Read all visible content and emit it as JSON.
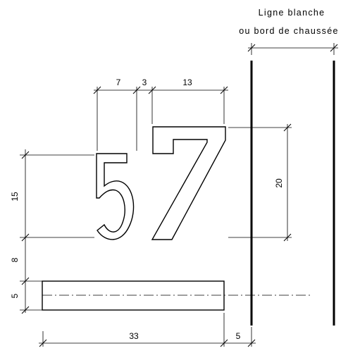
{
  "header": {
    "line1": "Ligne blanche",
    "line2": "ou bord de chaussée"
  },
  "digits": {
    "first": "5",
    "second": "7"
  },
  "dimensions": {
    "digit_width": "7",
    "digit_gap": "3",
    "seven_width": "13",
    "digit_height": "15",
    "seven_height": "20",
    "gap_to_bar": "8",
    "bar_height": "5",
    "bar_length": "33",
    "bar_to_line": "5"
  },
  "colors": {
    "ink": "#000000",
    "paper": "#ffffff"
  }
}
